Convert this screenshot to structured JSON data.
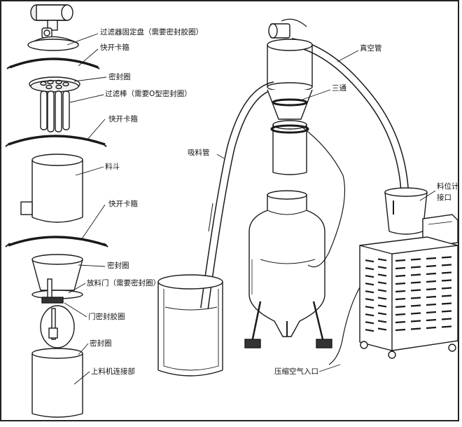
{
  "labels": {
    "filter_plate": "过滤器固定盘（需要密封胶圈）",
    "clamp_1": "快开卡箍",
    "seal_1": "密封圈",
    "filter_rod": "过滤棒（需要O型密封圈）",
    "clamp_2": "快开卡箍",
    "hopper": "料斗",
    "clamp_3": "快开卡箍",
    "seal_2": "密封圈",
    "discharge_door": "放料门（需要密封圈）",
    "door_seal": "门密封胶圈",
    "seal_3": "密封圈",
    "connector": "上料机连接部",
    "vacuum_tube": "真空管",
    "tee": "三通",
    "suction_tube": "吸料管",
    "level_meter_1": "料位计",
    "level_meter_2": "接口",
    "compressed_air": "压缩空气入口"
  },
  "colors": {
    "line": "#1a1a1a",
    "background": "#ffffff",
    "shade": "#e6e6e6"
  }
}
